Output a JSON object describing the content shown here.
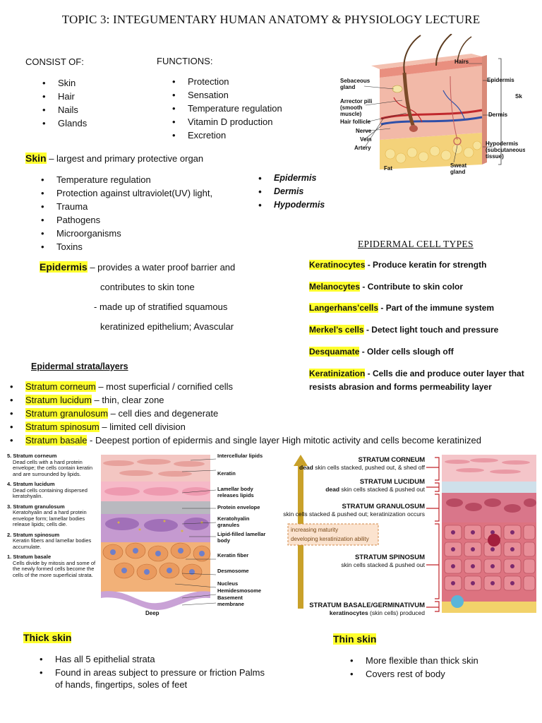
{
  "title": "TOPIC 3: INTEGUMENTARY HUMAN ANATOMY & PHYSIOLOGY LECTURE",
  "consist": {
    "heading": "CONSIST OF:",
    "items": [
      "Skin",
      "Hair",
      "Nails",
      "Glands"
    ]
  },
  "functions": {
    "heading": "FUNCTIONS:",
    "items": [
      "Protection",
      "Sensation",
      "Temperature regulation",
      "Vitamin D production",
      "Excretion"
    ]
  },
  "skin_diagram": {
    "labels_left": [
      "Sebaceous gland",
      "Arrector pili (smooth muscle)",
      "Hair follicle",
      "Nerve",
      "Vein",
      "Artery"
    ],
    "labels_right": [
      "Hairs",
      "Epidermis",
      "Dermis",
      "Hypodermis (subcutaneous tissue)"
    ],
    "labels_bottom": [
      "Fat",
      "Sweat gland"
    ],
    "bracket_label": "Sk"
  },
  "skin": {
    "term": "Skin",
    "desc": " – largest and primary protective organ",
    "items": [
      "Temperature regulation",
      "Protection against ultraviolet(UV) light,",
      "Trauma",
      "Pathogens",
      "Microorganisms",
      "Toxins"
    ],
    "layers": [
      "Epidermis",
      "Dermis",
      "Hypodermis"
    ]
  },
  "epidermis": {
    "term": "Epidermis",
    "line1": " – provides a water proof barrier and",
    "line2": "contributes to skin tone",
    "line3": "- made up of stratified squamous",
    "line4": "keratinized epithelium; Avascular"
  },
  "cell_types": {
    "heading": "EPIDERMAL CELL TYPES",
    "items": [
      {
        "term": "Keratinocytes",
        "desc": " - Produce keratin for strength"
      },
      {
        "term": "Melanocytes",
        "desc": " - Contribute to skin color"
      },
      {
        "term": "Langerhans’cells",
        "desc": " - Part of the immune system"
      },
      {
        "term": "Merkel’s cells",
        "desc": " - Detect light touch and pressure"
      },
      {
        "term": "Desquamate",
        "desc": " - Older cells slough off"
      },
      {
        "term": "Keratinization",
        "desc": " - Cells die and produce outer layer that"
      }
    ],
    "keratinization_line2": "resists abrasion and forms permeability layer"
  },
  "strata": {
    "heading": "Epidermal strata/layers",
    "items": [
      {
        "term": "Stratum corneum",
        "desc": " – most superficial / cornified cells"
      },
      {
        "term": "Stratum lucidum",
        "desc": " – thin, clear zone"
      },
      {
        "term": "Stratum granulosum",
        "desc": " – cell dies and degenerate"
      },
      {
        "term": "Stratum spinosum",
        "desc": " – limited cell division"
      },
      {
        "term": "Stratum basale",
        "desc": " - Deepest portion of epidermis and single layer High mitotic activity and cells become keratinized"
      }
    ]
  },
  "thick_diagram": {
    "left_text": [
      {
        "h": "5. Stratum corneum",
        "t": "Dead cells with a hard protein envelope; the cells contain keratin and are surrounded by lipids."
      },
      {
        "h": "4. Stratum lucidum",
        "t": "Dead cells containing dispersed keratohyalin."
      },
      {
        "h": "3. Stratum granulosum",
        "t": "Keratohyalin and a hard protein envelope form; lamellar bodies release lipids; cells die."
      },
      {
        "h": "2. Stratum spinosum",
        "t": "Keratin fibers and lamellar bodies accumulate."
      },
      {
        "h": "1. Stratum basale",
        "t": "Cells divide by mitosis and some of the newly formed cells become the cells of the more superficial strata."
      }
    ],
    "right_labels": [
      "Intercellular lipids",
      "Keratin",
      "Lamellar body releases lipids",
      "Protein envelope",
      "Keratohyalin granules",
      "Lipid-filled lamellar body",
      "Keratin fiber",
      "Desmosome",
      "Nucleus",
      "Hemidesmosome",
      "Basement membrane"
    ],
    "bottom_label": "Deep"
  },
  "thin_diagram": {
    "layers": [
      {
        "name": "STRATUM CORNEUM",
        "desc_bold": "dead",
        "desc": " skin cells stacked, pushed out, & shed off"
      },
      {
        "name": "STRATUM LUCIDUM",
        "desc_bold": "dead",
        "desc": " skin cells stacked & pushed out"
      },
      {
        "name": "STRATUM GRANULOSUM",
        "desc_bold": "",
        "desc": "skin cells stacked & pushed out; keratinization occurs"
      },
      {
        "name": "STRATUM SPINOSUM",
        "desc_bold": "",
        "desc": "skin cells stacked & pushed out"
      },
      {
        "name": "STRATUM BASALE/GERMINATIVUM",
        "desc_bold": "keratinocytes",
        "desc": " (skin cells) produced"
      }
    ],
    "box_line1": "increasing maturity",
    "box_line2": "developing keratinization ability"
  },
  "thick_skin": {
    "label": "Thick skin",
    "items": [
      "Has all 5 epithelial strata",
      "Found in areas subject to pressure or friction Palms",
      "of hands, fingertips, soles of feet"
    ]
  },
  "thin_skin": {
    "label": "Thin skin",
    "items": [
      "More flexible than thick skin",
      "Covers rest of body"
    ]
  }
}
